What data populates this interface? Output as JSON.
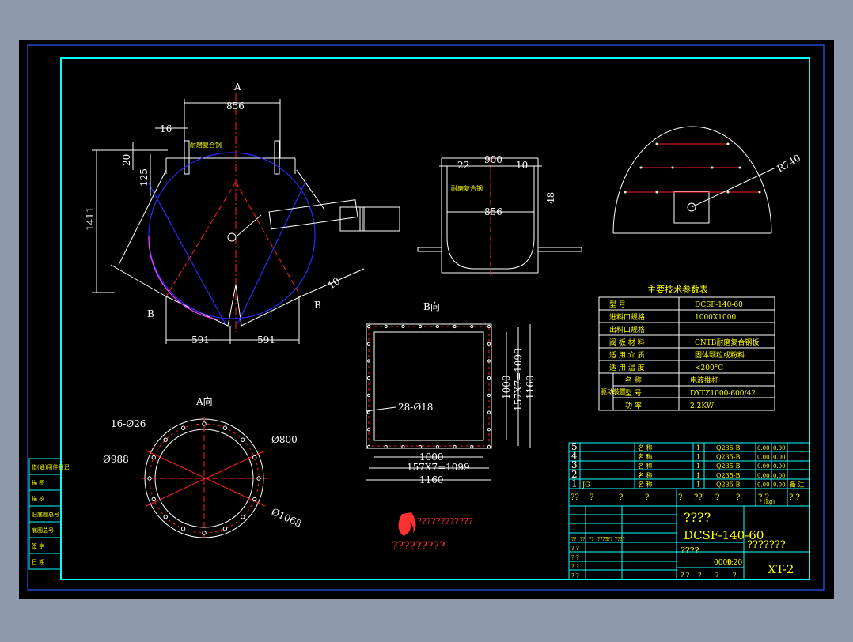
{
  "side_view": {
    "section_mark_top": "A",
    "top_width": "856",
    "flange_16": "16",
    "dim_20": "20",
    "dim_125": "125",
    "height": "1411",
    "dim_10": "10",
    "bottom_left": "591",
    "bottom_right": "591",
    "mark_b_left": "B",
    "mark_b_right": "B",
    "note_small": "耐磨复合钢"
  },
  "end_view": {
    "width": "900",
    "dim_22": "22",
    "dim_10": "10",
    "dim_48": "48",
    "inner": "856",
    "note_small": "耐磨复合钢"
  },
  "arc_view": {
    "radius": "R740"
  },
  "params_table": {
    "title": "主要技术参数表",
    "rows": [
      {
        "label": "型 号",
        "value": "DCSF-140-60"
      },
      {
        "label": "进料口规格",
        "value": "1000X1000"
      },
      {
        "label": "出料口规格",
        "value": ""
      },
      {
        "label": "阀 板 材 料",
        "value": "CNTB耐磨复合钢板"
      },
      {
        "label": "适 用 介 质",
        "value": "固体颗粒或粉料"
      },
      {
        "label": "适 用 温 度",
        "value": "<200°C"
      }
    ],
    "drive_group": "驱动装置",
    "drive_rows": [
      {
        "label": "名 称",
        "value": "电液推杆"
      },
      {
        "label": "型 号",
        "value": "DYTZ1000-600/42"
      },
      {
        "label": "功 率",
        "value": "2.2KW"
      }
    ]
  },
  "view_b": {
    "title": "B向",
    "hole_callout": "28-Ø18",
    "inner_w": "1000",
    "pitch_w": "157X7=1099",
    "outer_w": "1160",
    "inner_h": "1000",
    "pitch_h": "157X7=1099",
    "outer_h": "1160"
  },
  "view_a": {
    "title": "A向",
    "holes": "16-Ø26",
    "d_inner": "Ø800",
    "d_bolt": "Ø988",
    "d_outer": "Ø1068"
  },
  "logo": {
    "line1": "????????????",
    "line2": "?????????"
  },
  "side_strip": [
    "借(通)用件登记",
    "描 图",
    "描 校",
    "旧底图总号",
    "底图总号",
    "签 字",
    "日 期"
  ],
  "title_block": {
    "rows": [
      {
        "no": "5",
        "code": "",
        "name": "名 称",
        "qty": "1",
        "mat": "Q235-B",
        "w1": "0.00",
        "w2": "0.00",
        "note": ""
      },
      {
        "no": "4",
        "code": "",
        "name": "名 称",
        "qty": "1",
        "mat": "Q235-B",
        "w1": "0.00",
        "w2": "0.00",
        "note": ""
      },
      {
        "no": "3",
        "code": "",
        "name": "名 称",
        "qty": "1",
        "mat": "Q235-B",
        "w1": "0.00",
        "w2": "0.00",
        "note": ""
      },
      {
        "no": "2",
        "code": "",
        "name": "名 称",
        "qty": "1",
        "mat": "Q235-B",
        "w1": "0.00",
        "w2": "0.00",
        "note": ""
      },
      {
        "no": "1",
        "code": "JG-",
        "name": "名 称",
        "qty": "1",
        "mat": "Q235-B",
        "w1": "0.00",
        "w2": "0.00",
        "note": "备 注"
      }
    ],
    "header_q": [
      "??",
      "?",
      "?",
      "?",
      "?",
      "??",
      "?",
      "?",
      "? ?",
      "? ?"
    ],
    "weight_q": "? (kg)",
    "drawing_name": "????",
    "model": "DCSF-140-60",
    "company": "???????",
    "label_q": "????",
    "scale_qty": "0000",
    "scale": "1:20",
    "drawing_no": "XT-2",
    "left_q": [
      "??",
      "??",
      "??",
      "?????",
      "? ?",
      "????"
    ],
    "row_q": [
      "? ?",
      "? ?",
      "? ?",
      "? ?"
    ],
    "bottom_q": [
      "? ?",
      "?",
      "?",
      "?"
    ]
  },
  "colors": {
    "background": "#000000",
    "frame": "#00ffff",
    "lines": "#ffffff",
    "centerline": "#ff2020",
    "flap": "#2a2aff",
    "arc": "#ff40ff",
    "text_yellow": "#ffff00",
    "logo_red": "#ff3030"
  }
}
